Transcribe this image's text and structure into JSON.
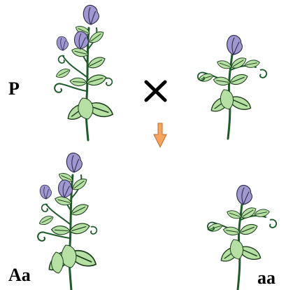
{
  "labels": {
    "parental_generation": "P",
    "offspring_left": "Aa",
    "offspring_right": "aa"
  },
  "symbols": {
    "cross": "cross-mark-icon",
    "arrow": "down-arrow-icon"
  },
  "colors": {
    "stem": "#1f5a2a",
    "leaf_fill": "#b6dfa4",
    "leaf_stroke": "#1c3d1c",
    "flower_fill": "#9f98d0",
    "flower_stroke": "#2a2a4a",
    "arrow_fill": "#f6a561",
    "arrow_stroke": "#c06a20"
  }
}
